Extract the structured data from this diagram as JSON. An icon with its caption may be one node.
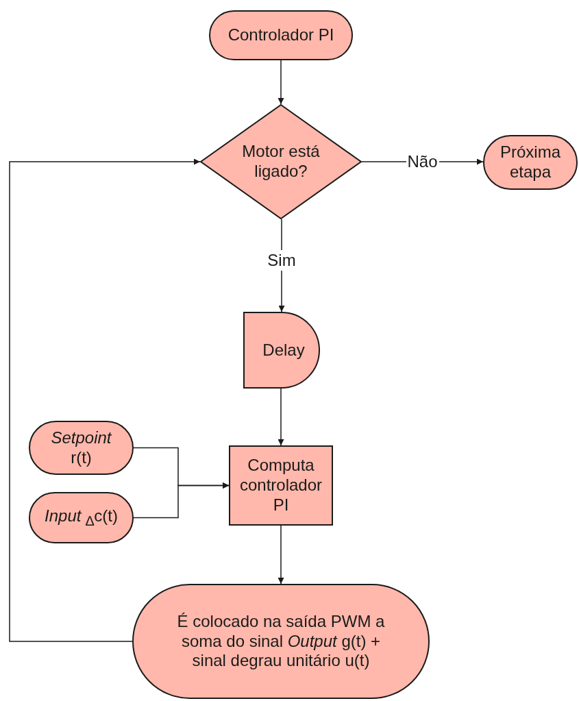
{
  "diagram": {
    "nodes": [
      {
        "text": [
          "Controlador PI"
        ]
      },
      {
        "text": [
          "Motor está ligado?"
        ]
      },
      {
        "text": [
          "Próxima etapa"
        ]
      },
      {
        "text": [
          "Delay"
        ]
      },
      {
        "text": [
          "*Setpoint* r(t)"
        ]
      },
      {
        "text": [
          "*Input* $_{∆}$c(t)"
        ]
      },
      {
        "text": [
          "Computa controlador PI"
        ]
      },
      {
        "text": [
          "É colocado na saída PWM a soma do sinal *Output* g(t) + sinal degrau unitário u(t)"
        ]
      }
    ],
    "edges": [
      {
        "from": 0,
        "to": 1,
        "arrow": "to"
      },
      {
        "from": 1,
        "to": 2,
        "arrow": "to",
        "label": "Não"
      },
      {
        "from": 1,
        "to": 3,
        "arrow": "to",
        "label": "Sim"
      },
      {
        "from": 3,
        "to": 6,
        "arrow": "to"
      },
      {
        "from": 4,
        "to": 6,
        "arrow": "to"
      },
      {
        "from": 5,
        "to": 6,
        "arrow": "to"
      },
      {
        "from": 6,
        "to": 7,
        "arrow": "to"
      },
      {
        "from": 7,
        "to": 1,
        "arrow": "to"
      }
    ]
  }
}
